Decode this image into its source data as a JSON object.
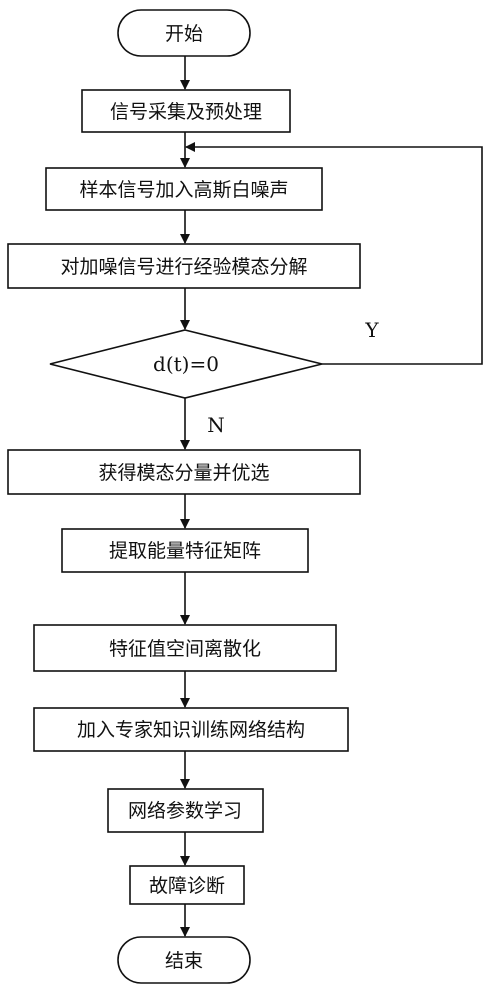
{
  "flowchart": {
    "start": "开始",
    "step1": "信号采集及预处理",
    "step2": "样本信号加入高斯白噪声",
    "step3": "对加噪信号进行经验模态分解",
    "decision": "d(t)=0",
    "yes_label": "Y",
    "no_label": "N",
    "step4": "获得模态分量并优选",
    "step5": "提取能量特征矩阵",
    "step6": "特征值空间离散化",
    "step7": "加入专家知识训练网络结构",
    "step8": "网络参数学习",
    "step9": "故障诊断",
    "end": "结束"
  }
}
